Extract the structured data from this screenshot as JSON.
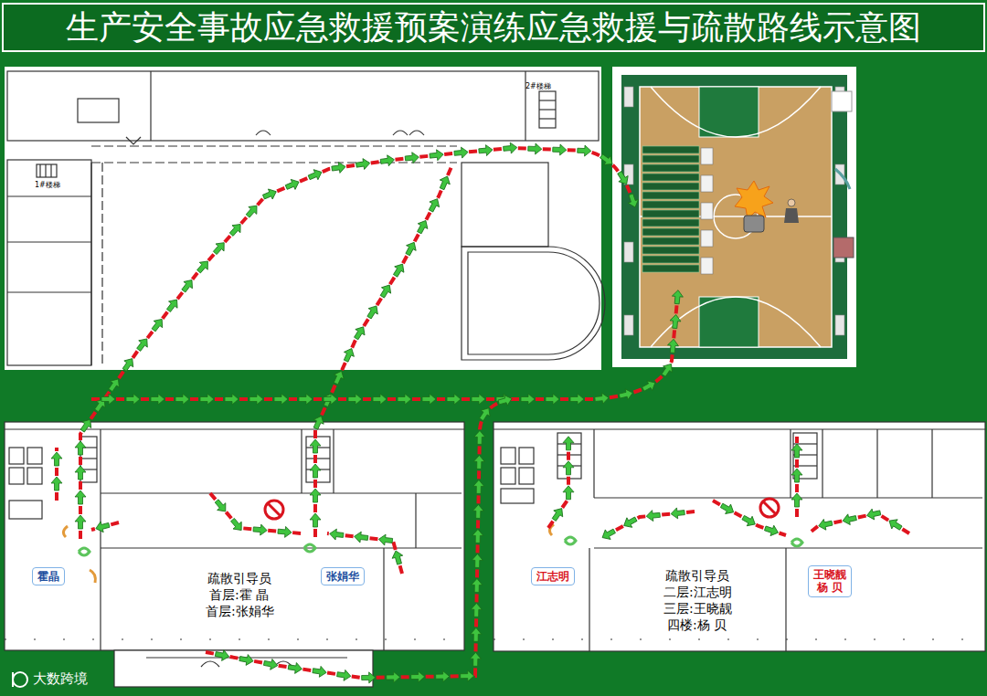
{
  "diagram": {
    "title": "生产安全事故应急救援预案演练应急救援与疏散路线示意图",
    "nodes": [
      {
        "text": [
          "霍晶"
        ]
      },
      {
        "text": [
          "张娟华"
        ]
      },
      {
        "text": [
          "江志明"
        ]
      },
      {
        "text": [
          "王晓靓",
          "杨 贝"
        ]
      }
    ],
    "labels": [
      "疏散引导员",
      "首层:霍 晶",
      "首层:张娟华",
      "疏散引导员",
      "二层:江志明",
      "三层:王晓靓",
      "四楼:杨 贝",
      "1#楼梯",
      "2#楼梯",
      "大数跨境"
    ]
  }
}
